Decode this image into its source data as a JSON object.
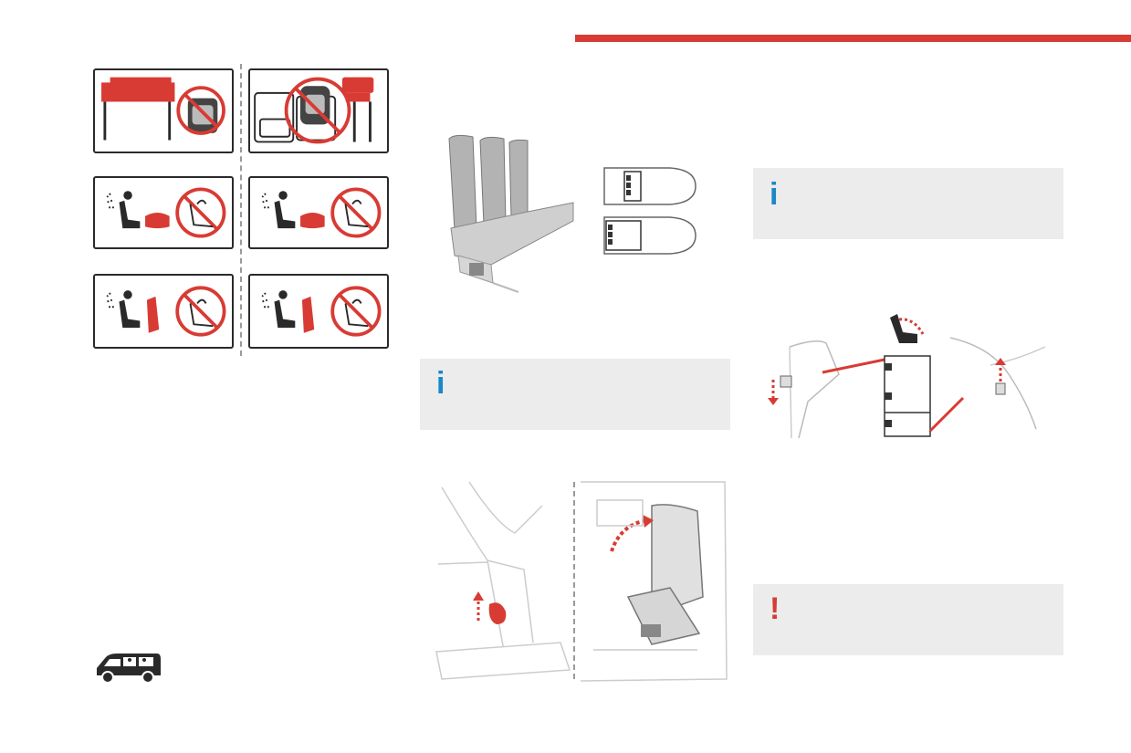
{
  "page": {
    "accent_color": "#d83b34",
    "info_color": "#1a87c8",
    "note_bg": "#ececec"
  },
  "warning_panels": [
    {
      "id": "rear-facing-booster-under-table",
      "icon": "table-rear-facing-child-seat-prohibited-icon"
    },
    {
      "id": "rear-facing-seat-behind-seat",
      "icon": "rear-facing-child-seat-prohibited-icon"
    },
    {
      "id": "booster-cushion-row1-left",
      "icon": "booster-cushion-prohibited-icon"
    },
    {
      "id": "booster-cushion-row1-right",
      "icon": "booster-cushion-prohibited-icon"
    },
    {
      "id": "booster-backrest-row2-left",
      "icon": "booster-seat-prohibited-icon"
    },
    {
      "id": "booster-backrest-row2-right",
      "icon": "booster-seat-prohibited-icon"
    }
  ],
  "info_boxes": [
    {
      "id": "info-1",
      "glyph": "i",
      "icon": "info-icon"
    },
    {
      "id": "info-2",
      "glyph": "i",
      "icon": "info-icon"
    }
  ],
  "warning_box": {
    "glyph": "!",
    "icon": "warning-icon"
  },
  "illustrations": {
    "bench_seat": "bench-seat-illustration",
    "vehicle_layout": "vehicle-seat-layout-diagram",
    "seat_tilt": "seat-tilt-procedure-illustration",
    "seat_removal": "seat-removal-procedure-illustration",
    "vehicle_icon": "passenger-van-icon"
  }
}
